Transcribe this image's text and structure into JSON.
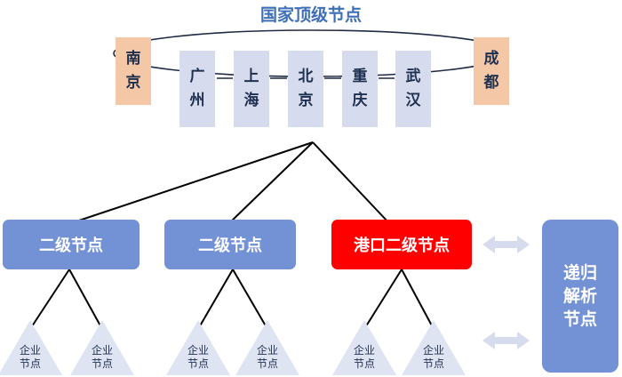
{
  "title": "国家顶级节点",
  "top_nodes": {
    "nanjing": [
      "南",
      "京"
    ],
    "guangzhou": [
      "广",
      "州"
    ],
    "shanghai": [
      "上",
      "海"
    ],
    "beijing": [
      "北",
      "京"
    ],
    "chongqing": [
      "重",
      "庆"
    ],
    "wuhan": [
      "武",
      "汉"
    ],
    "chengdu": [
      "成",
      "都"
    ]
  },
  "secondary_nodes": [
    {
      "label": "二级节点"
    },
    {
      "label": "二级节点"
    },
    {
      "label": "港口二级节点"
    }
  ],
  "enterprise_node": [
    "企业",
    "节点"
  ],
  "resolver_node": [
    "递归",
    "解析",
    "节点"
  ],
  "colors": {
    "title": "#3f6fb6",
    "top_node_fill": "#d6dcee",
    "end_node_fill": "#f4c8a6",
    "secondary_fill": "#7391d5",
    "port_secondary_fill": "#ff0000",
    "enterprise_fill": "#dfe4f2",
    "arrow_fill": "#d6dcee"
  }
}
